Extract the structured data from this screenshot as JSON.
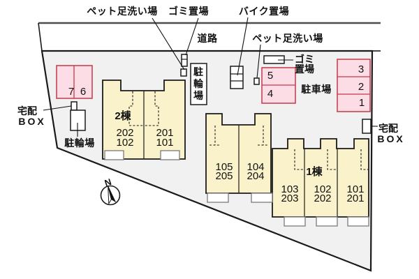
{
  "colors": {
    "site_fill": "#f1f1f1",
    "building_fill": "#faf2cb",
    "parking_fill": "#fcdde6",
    "parking_stroke": "#c4394b"
  },
  "labels": {
    "pet_wash_top": "ペット足洗い場",
    "garbage_top": "ゴミ置場",
    "bike_area": "バイク置場",
    "road": "道路",
    "pet_wash_inner": "ペット足洗い場",
    "garbage_right_line1": "ゴミ",
    "garbage_right_line2": "置場",
    "parking_lot": "駐車場",
    "delivery_left_line1": "宅配",
    "delivery_left_line2": "BOX",
    "delivery_right_line1": "宅配",
    "delivery_right_line2": "BOX",
    "bicycle_parking_bottom": "駐輪場",
    "bicycle_parking_top_chars": [
      "駐",
      "輪",
      "場"
    ],
    "compass_north": "N"
  },
  "buildings": {
    "building2": {
      "name": "2棟",
      "units": [
        {
          "line1": "202",
          "line2": "102"
        },
        {
          "line1": "201",
          "line2": "101"
        }
      ]
    },
    "building1": {
      "name": "1棟",
      "units_upper": [
        {
          "line1": "105",
          "line2": "205"
        },
        {
          "line1": "104",
          "line2": "204"
        }
      ],
      "units_lower": [
        {
          "line1": "103",
          "line2": "203"
        },
        {
          "line1": "102",
          "line2": "202"
        },
        {
          "line1": "101",
          "line2": "201"
        }
      ]
    }
  },
  "parking": {
    "left_block": [
      "7",
      "6"
    ],
    "mid_block": [
      "5",
      "4"
    ],
    "right_block": [
      "3",
      "2",
      "1"
    ]
  }
}
